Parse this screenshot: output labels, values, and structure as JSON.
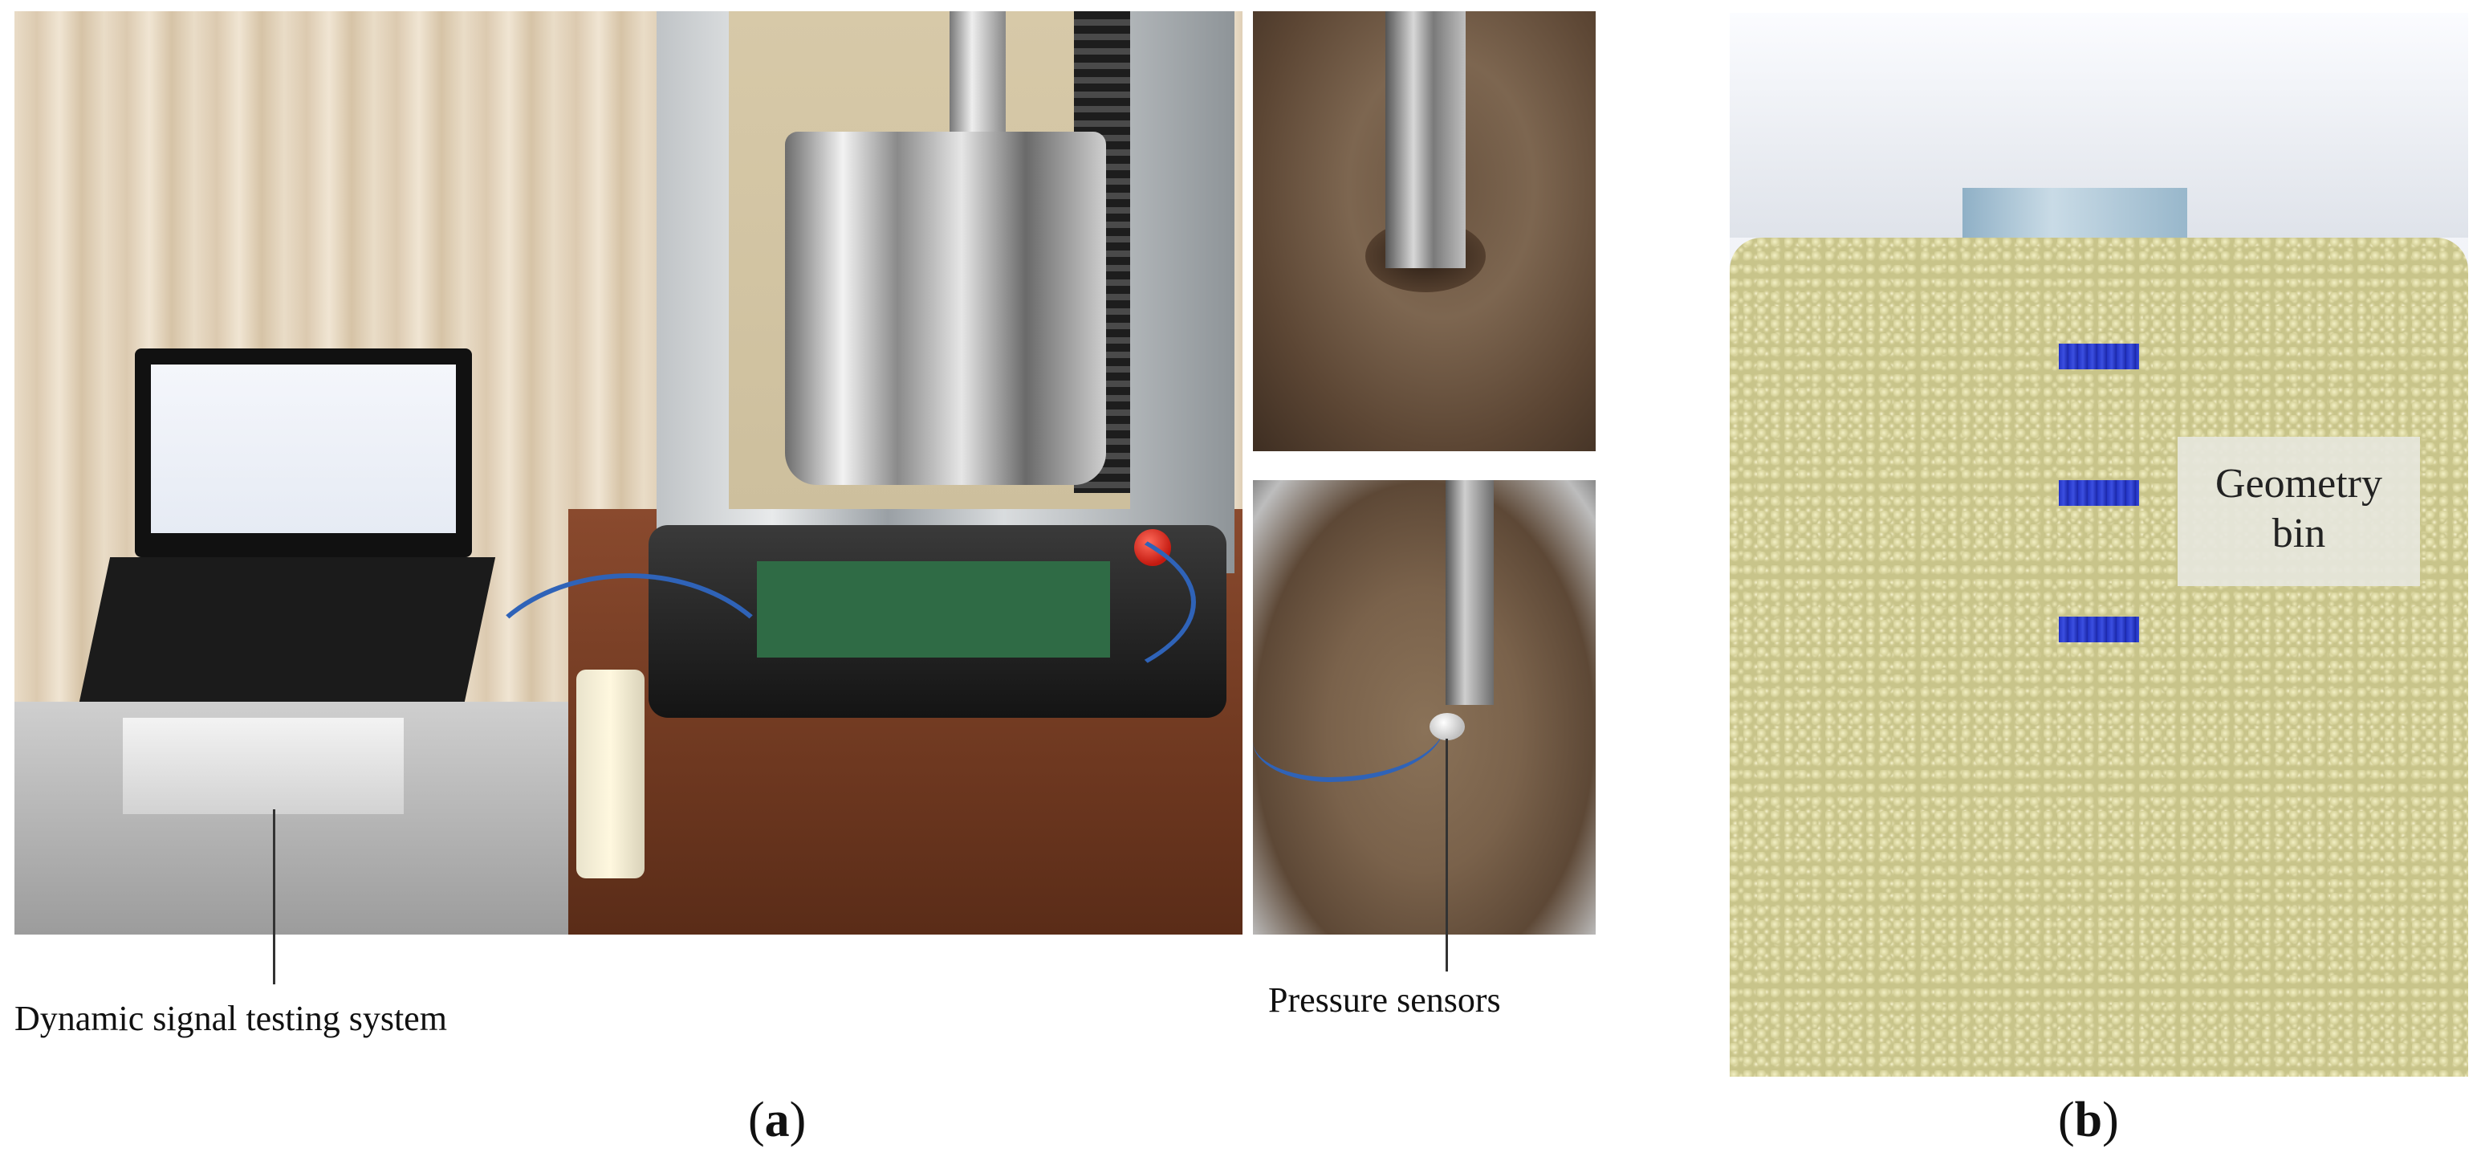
{
  "panel_a": {
    "label_open": "(",
    "label_letter": "a",
    "label_close": ")",
    "caption_signal": "Dynamic signal testing system",
    "caption_pressure": "Pressure sensors"
  },
  "panel_b": {
    "label_open": "(",
    "label_letter": "b",
    "label_close": ")",
    "overlay_line1": "Geometry",
    "overlay_line2": "bin"
  },
  "colors": {
    "cable_blue": "#2f63b8",
    "particle_tan": "#c8c48a",
    "sensor_blue": "#2233c4",
    "piston_blue": "#a9c4d6"
  }
}
